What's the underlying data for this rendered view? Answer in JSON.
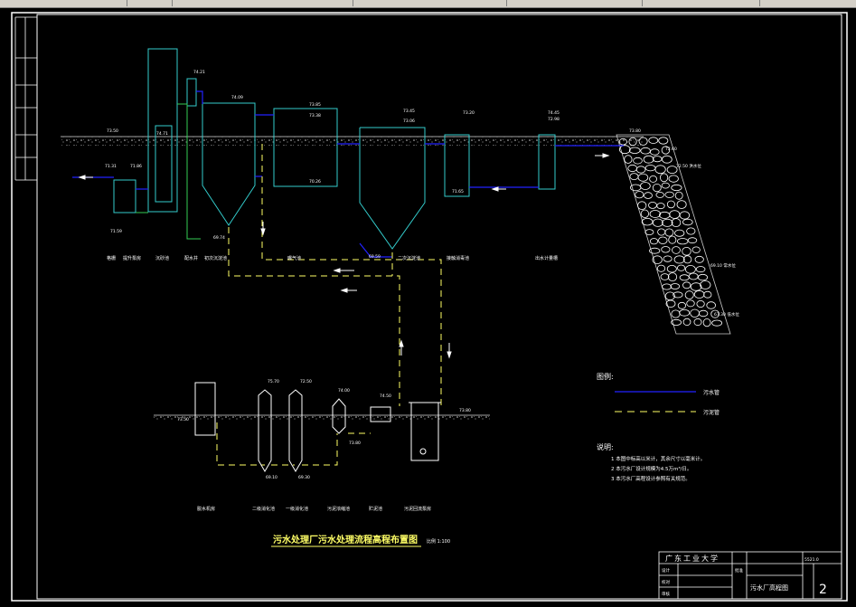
{
  "drawing_title": "污水处理厂污水处理流程高程布置图",
  "scale_note": "比例 1:100",
  "legend": {
    "title": "图例:",
    "items": [
      {
        "label": "污水管",
        "style": "solid",
        "color": "#2222ff"
      },
      {
        "label": "污泥管",
        "style": "dashed",
        "color": "#ffff66"
      }
    ]
  },
  "notes": {
    "title": "说明:",
    "items": [
      "1 本图中标高以米计，其余尺寸以毫米计。",
      "2 本污水厂设计规模为4.5万m³/日。",
      "3 本污水厂高程设计参照有关规范。"
    ]
  },
  "units_upper": [
    "格栅",
    "提升泵房",
    "沉砂池",
    "配水井",
    "初次沉淀池",
    "曝气池",
    "二次沉淀池",
    "接触消毒池",
    "出水计量槽"
  ],
  "units_lower": [
    "脱水机房",
    "二级消化池",
    "一级消化池",
    "污泥浓缩池",
    "贮泥池",
    "污泥回流泵房"
  ],
  "elevations": {
    "ground_left": "73.50",
    "grid_in1": "71.31",
    "grid_in2": "71.86",
    "pump_low": "71.59",
    "grit_top": "74.71",
    "dist_well": "74.21",
    "primary_top": "74.09",
    "primary_bottom": "69.74",
    "aer_top1": "73.85",
    "aer_top2": "73.38",
    "aer_bottom": "70.26",
    "sec_top1": "73.45",
    "sec_top2": "73.06",
    "sec_bottom": "69.59",
    "contact_top": "73.20",
    "contact_bottom": "71.65",
    "meter_top1": "74.45",
    "meter_top2": "72.98",
    "outfall_ground": "73.80",
    "river_ground": "72.60",
    "flood_level": "72.50 洪水位",
    "normal_level": "69.10 常水位",
    "low_level": "67.30 低水位",
    "sludge_ground": "73.50",
    "thicken_top": "75.70",
    "thicken2_top": "72.50",
    "storage_top": "74.00",
    "digester_low1": "69.10",
    "digester_low2": "69.30",
    "sludge_pump": "74.50",
    "ret_ground": "73.80",
    "bottom_left": "73.80"
  },
  "title_block": {
    "university": "广东工业大学",
    "drawing_name": "污水厂高程图",
    "sheet_no": "2",
    "rows": [
      "设计",
      "校对",
      "审核",
      "批准"
    ],
    "code": "5521.0"
  }
}
